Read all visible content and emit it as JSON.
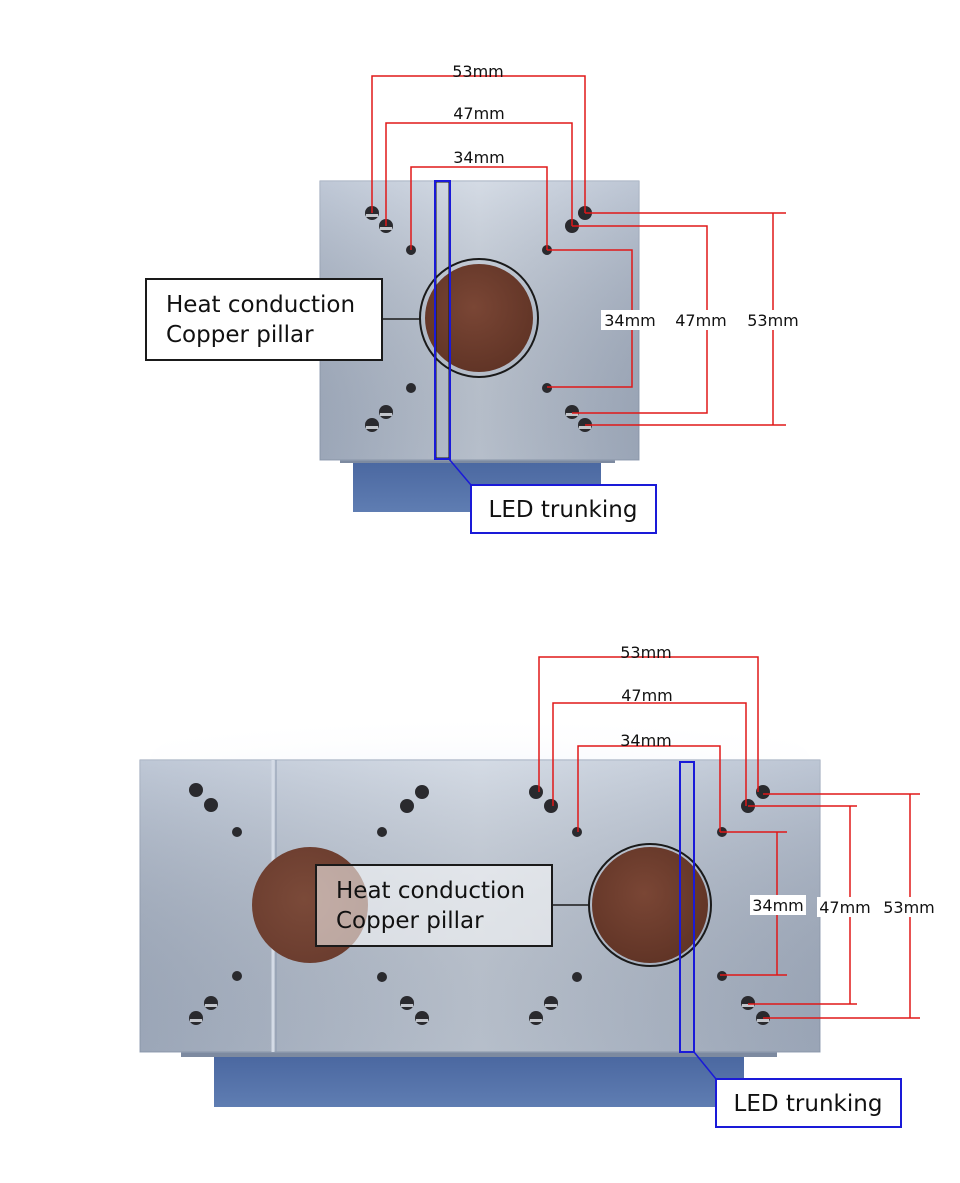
{
  "colors": {
    "plate": "#b4bfd0",
    "plate_edge": "#8e9bb0",
    "base_block": "#4f6ea4",
    "copper": "#6f3d2d",
    "dimension_line": "#e01818",
    "trunking_outline": "#1a1ad8",
    "callout_border": "#1a1a1a"
  },
  "top_diagram": {
    "horizontal_dimensions": [
      "53mm",
      "47mm",
      "34mm"
    ],
    "vertical_dimensions": [
      "34mm",
      "47mm",
      "53mm"
    ],
    "copper_callout": {
      "line1": "Heat conduction",
      "line2": "Copper pillar"
    },
    "trunking_label": "LED trunking"
  },
  "bottom_diagram": {
    "horizontal_dimensions": [
      "53mm",
      "47mm",
      "34mm"
    ],
    "vertical_dimensions": [
      "34mm",
      "47mm",
      "53mm"
    ],
    "copper_callout": {
      "line1": "Heat conduction",
      "line2": "Copper pillar"
    },
    "trunking_label": "LED trunking"
  }
}
